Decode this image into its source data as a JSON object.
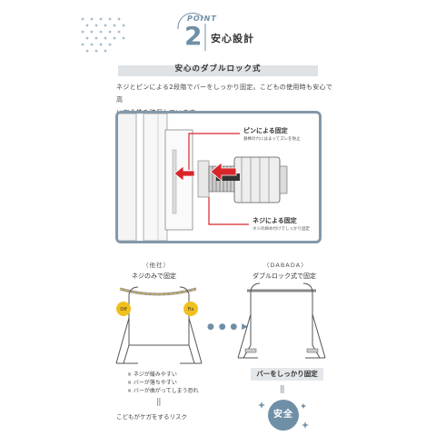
{
  "header": {
    "point_word": "POINT",
    "point_number": "2",
    "title": "安心設計"
  },
  "subtitle": "安心のダブルロック式",
  "description": [
    "ネジとピンによる2段階でバーをしっかり固定。こどもの使用時も安心で高",
    "い安全性を確保しています。"
  ],
  "detail": {
    "pin_label": "ピンによる固定",
    "pin_note": "鉄棒の穴にはまってズレを防止",
    "screw_label": "ネジによる固定",
    "screw_note": "ネジの締め付けでしっかり固定"
  },
  "comparison": {
    "left": {
      "label": "（他社）",
      "sub": "ネジのみで固定",
      "issues": [
        "× ネジが緩みやすい",
        "× バーが落ちやすい",
        "× バーが曲がってしまう恐れ"
      ],
      "equals": "||",
      "result": "こどもがケガをするリスク"
    },
    "right": {
      "label": "〈DABADA〉",
      "sub": "ダブルロック式で固定",
      "feature": "バーをしっかり固定",
      "equals": "||",
      "result": "安全"
    },
    "arrow_dots": "● ● ● ▶"
  },
  "colors": {
    "accent": "#6f8fa6",
    "frame": "#8399ab",
    "arrow": "#d8262b",
    "band": "#dfe3e6",
    "warning_tag": "#f0c020"
  },
  "icons": {
    "warn_left": "arrow-badge-icon",
    "warn_right": "arrow-badge-icon",
    "sparkle": "sparkle-icon"
  }
}
